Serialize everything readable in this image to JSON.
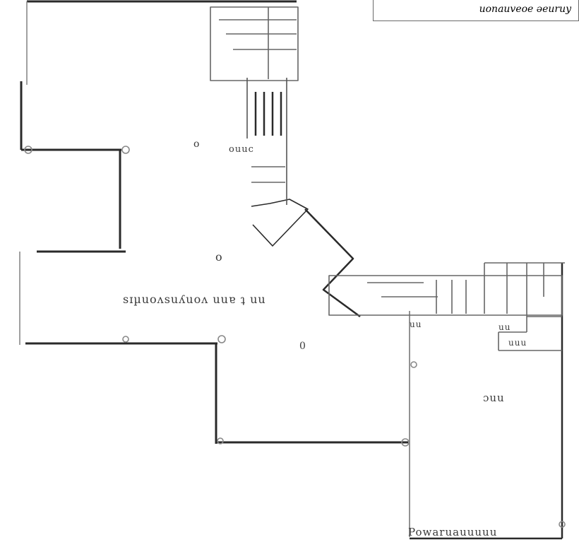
{
  "legend": {
    "text": "uonauveoe əeuruy"
  },
  "labels": {
    "main_hall": "sɪµuoʌsuʎuoʌ uuɐ ʇ uu",
    "room_right": "ɔuu",
    "room_left_small": "o",
    "room_center_small": "0",
    "room_center_circle": "o",
    "bottom_caption": "Powaruauuuuu",
    "corridor_marks": "ouuc",
    "right_small": "uu",
    "right_small2": "uuu",
    "right_small3": "uu"
  },
  "colors": {
    "wall": "#1a1a1a",
    "line": "#555555",
    "bg": "#ffffff"
  }
}
